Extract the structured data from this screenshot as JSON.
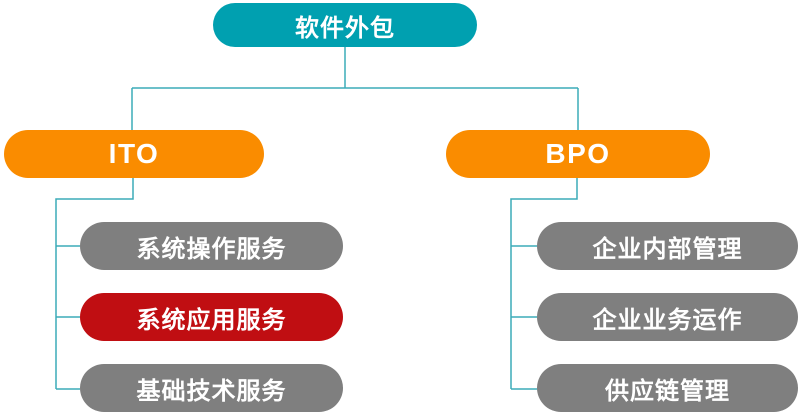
{
  "diagram": {
    "type": "tree",
    "connector_color": "#3BACB8",
    "root": {
      "label": "软件外包",
      "color": "#00A0B0"
    },
    "branches": [
      {
        "label": "ITO",
        "color": "#FA8C00",
        "children": [
          {
            "label": "系统操作服务",
            "color": "#7F7F7F",
            "emphasized": false
          },
          {
            "label": "系统应用服务",
            "color": "#C00E12",
            "emphasized": true
          },
          {
            "label": "基础技术服务",
            "color": "#7F7F7F",
            "emphasized": false
          }
        ]
      },
      {
        "label": "BPO",
        "color": "#FA8C00",
        "children": [
          {
            "label": "企业内部管理",
            "color": "#7F7F7F",
            "emphasized": false
          },
          {
            "label": "企业业务运作",
            "color": "#7F7F7F",
            "emphasized": false
          },
          {
            "label": "供应链管理",
            "color": "#7F7F7F",
            "emphasized": false
          }
        ]
      }
    ]
  }
}
